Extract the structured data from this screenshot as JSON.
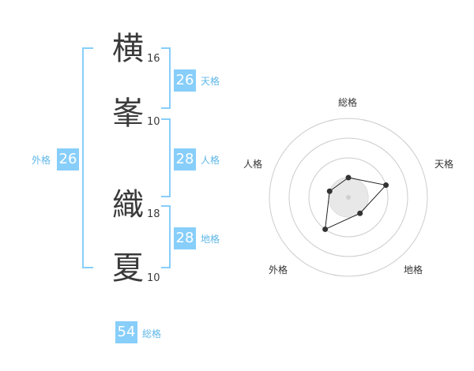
{
  "name": {
    "characters": [
      {
        "char": "横",
        "strokes": "16"
      },
      {
        "char": "峯",
        "strokes": "10"
      },
      {
        "char": "織",
        "strokes": "18"
      },
      {
        "char": "夏",
        "strokes": "10"
      }
    ]
  },
  "fortunes": {
    "tenkaku": {
      "value": "26",
      "label": "天格"
    },
    "jinkaku": {
      "value": "28",
      "label": "人格"
    },
    "chikaku": {
      "value": "28",
      "label": "地格"
    },
    "gaikaku": {
      "value": "26",
      "label": "外格"
    },
    "soukaku": {
      "value": "54",
      "label": "総格"
    }
  },
  "radar": {
    "axes": [
      "総格",
      "天格",
      "地格",
      "外格",
      "人格"
    ],
    "levels": 4,
    "values": [
      1,
      2,
      1,
      2,
      1
    ],
    "max": 4,
    "colors": {
      "ring": "#cccccc",
      "fill": "#e8e8e8",
      "line": "#222222",
      "point": "#333333",
      "center": "#cfcfcf"
    }
  },
  "colors": {
    "accent": "#87cefa",
    "label": "#5fb7e8",
    "text": "#3a3a3a"
  }
}
